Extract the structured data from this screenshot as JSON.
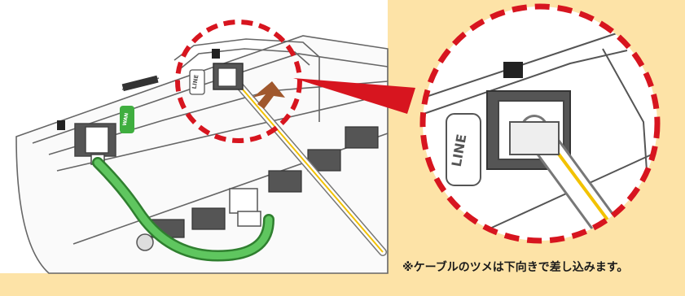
{
  "labels": {
    "line_port_small": "LINE",
    "line_port_zoom": "LINE",
    "wan_port": "WAN"
  },
  "caption": "※ケーブルのツメは下向きで差し込みます。",
  "colors": {
    "background": "#fde3a7",
    "zoom_ring": "#d7151f",
    "arrow": "#a0582d",
    "wan_cable": "#3fae3f",
    "line_cable_stripe": "#f2c200",
    "panel_white": "#ffffff",
    "outline": "#666666"
  },
  "icons": {
    "insert_direction": "arrow-icon"
  }
}
